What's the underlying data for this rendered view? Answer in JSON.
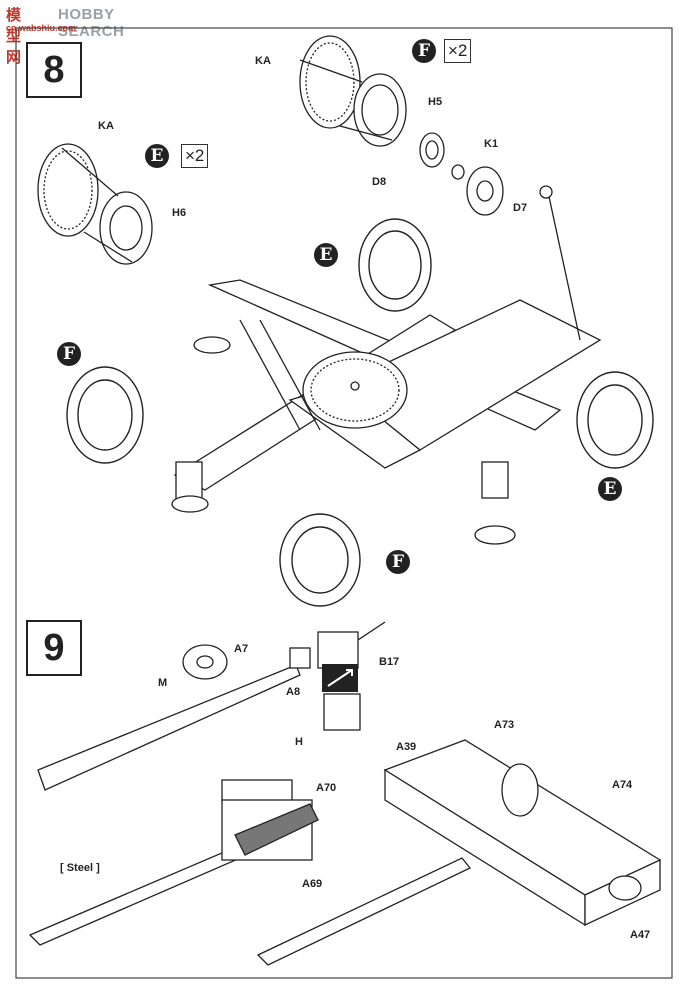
{
  "watermark": {
    "logo": "模型网",
    "title": "HOBBY SEARCH",
    "sub": "cn.wabshiu.com"
  },
  "steps": [
    {
      "number": "8"
    },
    {
      "number": "9"
    }
  ],
  "step8": {
    "labels": {
      "ka_top": "KA",
      "h5": "H5",
      "k1": "K1",
      "d8": "D8",
      "d7": "D7",
      "ka_left": "KA",
      "h6": "H6"
    },
    "badges": {
      "f_top": "F",
      "e_top": "E",
      "e_mid": "E",
      "f_left": "F",
      "e_right": "E",
      "f_bottom": "F"
    },
    "multipliers": {
      "f_qty": "×2",
      "e_qty": "×2"
    }
  },
  "step9": {
    "labels": {
      "a7": "A7",
      "m": "M",
      "a8": "A8",
      "b17": "B17",
      "h": "H",
      "a39": "A39",
      "a73": "A73",
      "a70": "A70",
      "a74": "A74",
      "steel": "[ Steel ]",
      "a69": "A69",
      "a47": "A47"
    }
  },
  "colors": {
    "ink": "#222222",
    "badge_bg": "#222222",
    "badge_text": "#ffffff",
    "watermark_red": "#c0392b"
  }
}
